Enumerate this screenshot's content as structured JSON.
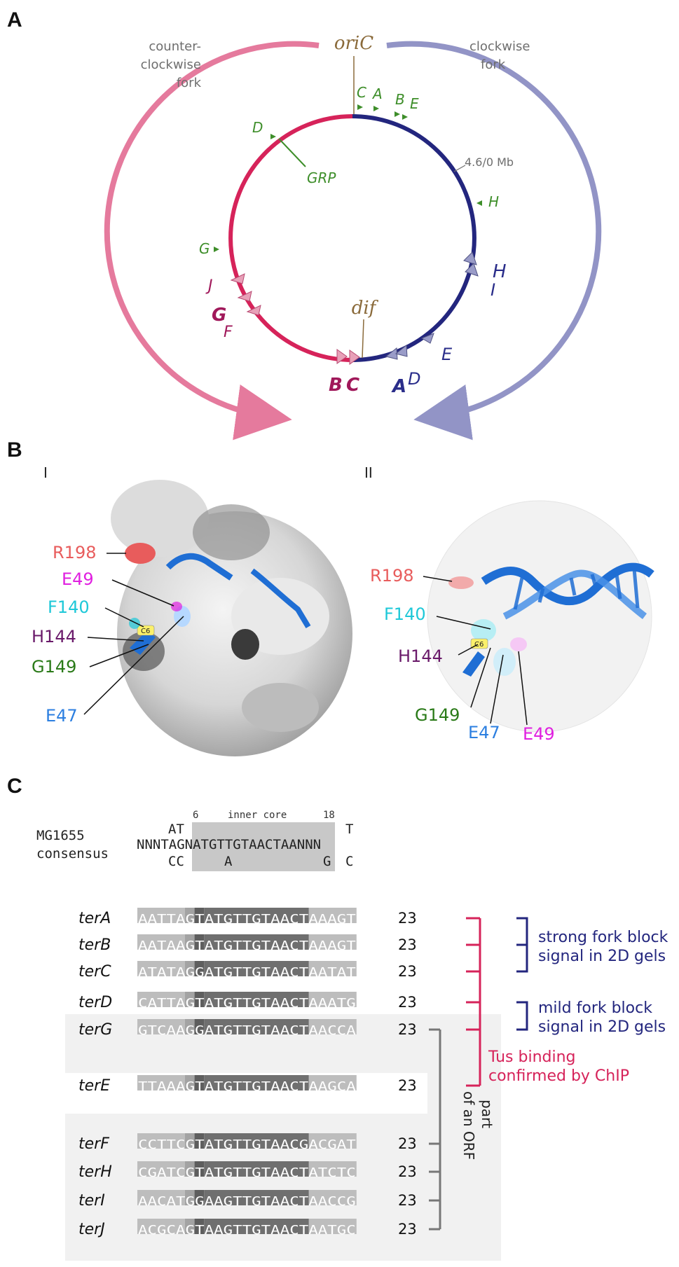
{
  "panels": {
    "a": "A",
    "b": "B",
    "c": "C"
  },
  "panel_a": {
    "ori": "oriC",
    "dif": "dif",
    "ccw_fork": [
      "counter-",
      "clockwise",
      "fork"
    ],
    "cw_fork": [
      "clockwise",
      "fork"
    ],
    "mb": "4.6/0 Mb",
    "grp": "GRP",
    "green_genes": [
      "C",
      "A",
      "B",
      "E",
      "D",
      "H",
      "G"
    ],
    "ter_left": [
      "J",
      "G",
      "F",
      "B",
      "C"
    ],
    "ter_right": [
      "H",
      "I",
      "E",
      "A",
      "D"
    ],
    "colors": {
      "left": "#d6235a",
      "right": "#23267e",
      "ccw_arrow": "#e57a9d",
      "cw_arrow": "#9294c6",
      "green": "#3e8e2a",
      "ori": "#8a6a3a"
    }
  },
  "panel_b": {
    "sub_i": "I",
    "sub_ii": "II",
    "residues": {
      "r198": "R198",
      "e49": "E49",
      "f140": "F140",
      "h144": "H144",
      "g149": "G149",
      "e47": "E47"
    },
    "c6": "C6",
    "colors": {
      "r198": "#e85c5c",
      "e49": "#e020e0",
      "f140": "#1ec8d8",
      "h144": "#6a1a6a",
      "g149": "#2a7a18",
      "e47": "#2c7fe0",
      "dna": "#1f6ed4"
    }
  },
  "panel_c": {
    "consensus_label": [
      "MG1655",
      "consensus"
    ],
    "numbers": {
      "six": "6",
      "eighteen": "18"
    },
    "inner_core": "inner core",
    "top_alt": {
      "at": "AT",
      "t": "T"
    },
    "consensus_seq": "NNNTAGNATGTTGTAACTAANNN",
    "bottom_alt": {
      "cc": "CC",
      "a": "A",
      "g": "G",
      "c": "C"
    },
    "rows": [
      {
        "name": "terA",
        "seq": "AATTAGTATGTTGTAACTAAAGT",
        "len": "23"
      },
      {
        "name": "terB",
        "seq": "AATAAGTATGTTGTAACTAAAGT",
        "len": "23"
      },
      {
        "name": "terC",
        "seq": "ATATAGGATGTTGTAACTAATAT",
        "len": "23"
      },
      {
        "name": "terD",
        "seq": "CATTAGTATGTTGTAACTAAATG",
        "len": "23"
      },
      {
        "name": "terG",
        "seq": "GTCAAGGATGTTGTAACTAACCA",
        "len": "23"
      },
      {
        "name": "terE",
        "seq": "TTAAAGTATGTTGTAACTAAGCA",
        "len": "23"
      },
      {
        "name": "terF",
        "seq": "CCTTCGTATGTTGTAACGACGAT",
        "len": "23"
      },
      {
        "name": "terH",
        "seq": "CGATCGTATGTTGTAACTATCTC",
        "len": "23"
      },
      {
        "name": "terI",
        "seq": "AACATGGAAGTTGTAACTAACCG",
        "len": "23"
      },
      {
        "name": "terJ",
        "seq": "ACGCAGTAAGTTGTAACTAATGC",
        "len": "23"
      }
    ],
    "strong": [
      "strong fork block",
      "signal in 2D gels"
    ],
    "mild": [
      "mild fork block",
      "signal in 2D gels"
    ],
    "tus": [
      "Tus binding",
      "confirmed by ChIP"
    ],
    "orf": [
      "part",
      "of an ORF"
    ],
    "colors": {
      "navy": "#23267e",
      "pink": "#d6235a",
      "grey_bracket": "#777777"
    }
  }
}
